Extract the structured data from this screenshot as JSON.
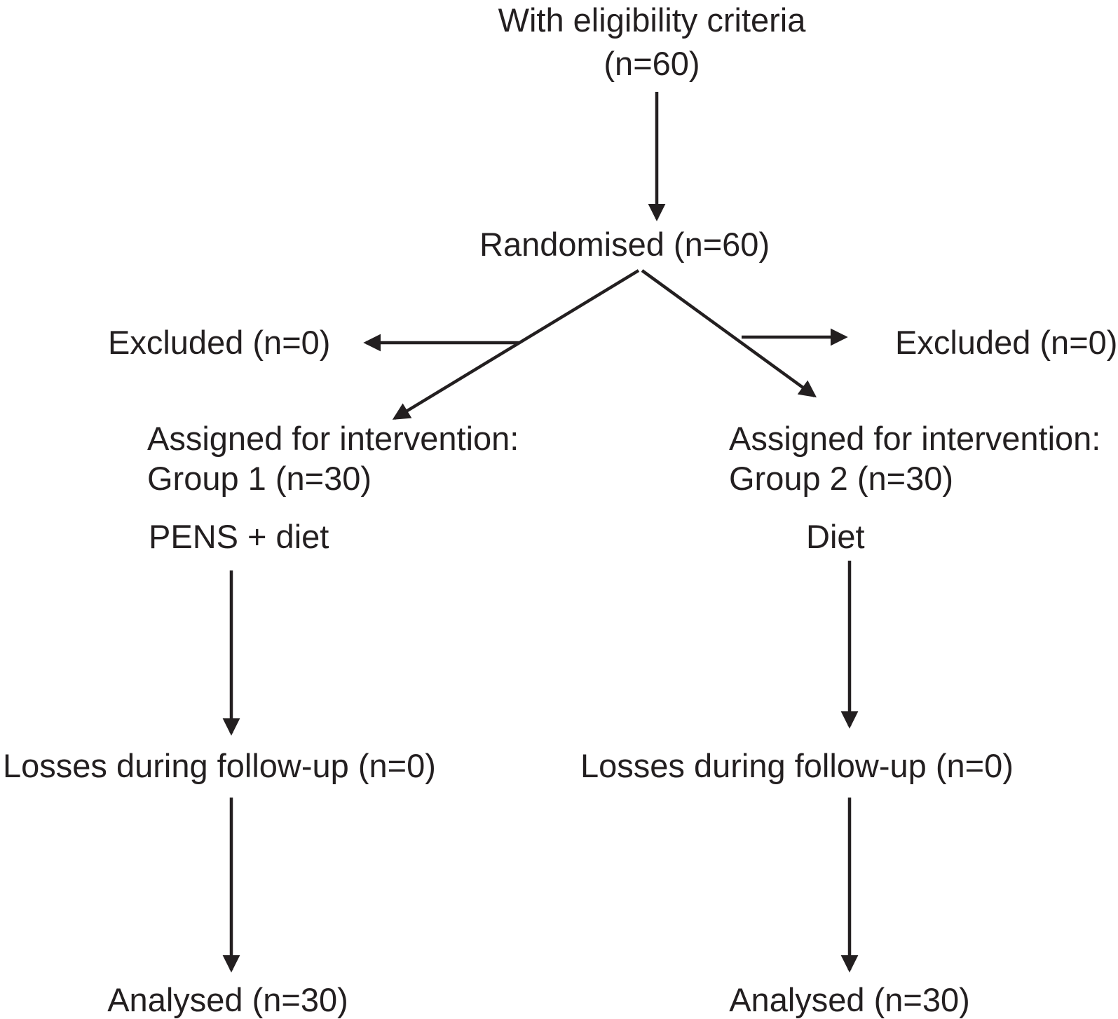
{
  "diagram": {
    "kind": "trial-flow-diagram",
    "nodes": {
      "eligibility_line1": "With eligibility criteria",
      "eligibility_line2": "(n=60)",
      "randomised": "Randomised (n=60)",
      "excluded_left": "Excluded (n=0)",
      "excluded_right": "Excluded (n=0)",
      "group1_line1": "Assigned for intervention:",
      "group1_line2": "Group 1 (n=30)",
      "group1_intervention": "PENS + diet",
      "group2_line1": "Assigned for intervention:",
      "group2_line2": "Group 2 (n=30)",
      "group2_intervention": "Diet",
      "losses_left": "Losses during follow-up (n=0)",
      "losses_right": "Losses during follow-up (n=0)",
      "analysed_left": "Analysed (n=30)",
      "analysed_right": "Analysed (n=30)"
    },
    "edges": [
      {
        "from": "eligibility",
        "to": "randomised"
      },
      {
        "from": "randomised",
        "to": "group1"
      },
      {
        "from": "randomised",
        "to": "group2"
      },
      {
        "from": "randomised-left-branch",
        "to": "excluded_left"
      },
      {
        "from": "randomised-right-branch",
        "to": "excluded_right"
      },
      {
        "from": "group1",
        "to": "losses_left"
      },
      {
        "from": "group2",
        "to": "losses_right"
      },
      {
        "from": "losses_left",
        "to": "analysed_left"
      },
      {
        "from": "losses_right",
        "to": "analysed_right"
      }
    ],
    "colors": {
      "ink": "#231f20",
      "background": "#ffffff"
    }
  }
}
